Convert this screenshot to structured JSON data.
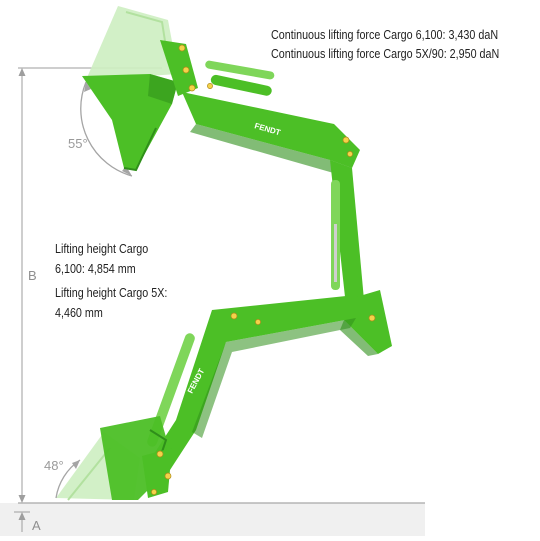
{
  "force": {
    "line1": "Continuous lifting force Cargo 6,100: 3,430 daN",
    "line2": "Continuous lifting force Cargo 5X/90: 2,950 daN"
  },
  "lifting_height": {
    "line1": "Lifting height Cargo",
    "line2": "6,100: 4,854 mm",
    "line3": "Lifting height Cargo 5X:",
    "line4": "4,460 mm"
  },
  "angles": {
    "top": "55°",
    "bottom": "48°"
  },
  "dimensions": {
    "b": "B",
    "a": "A"
  },
  "brand": {
    "logo": "FENDT"
  },
  "colors": {
    "loader_green": "#4cbf26",
    "loader_dark": "#2f8f1a",
    "loader_light": "#7fd65a",
    "ghost_bucket": "#cdeec1",
    "ground": "#f0f0f0",
    "dimension_line": "#9e9e9e"
  }
}
